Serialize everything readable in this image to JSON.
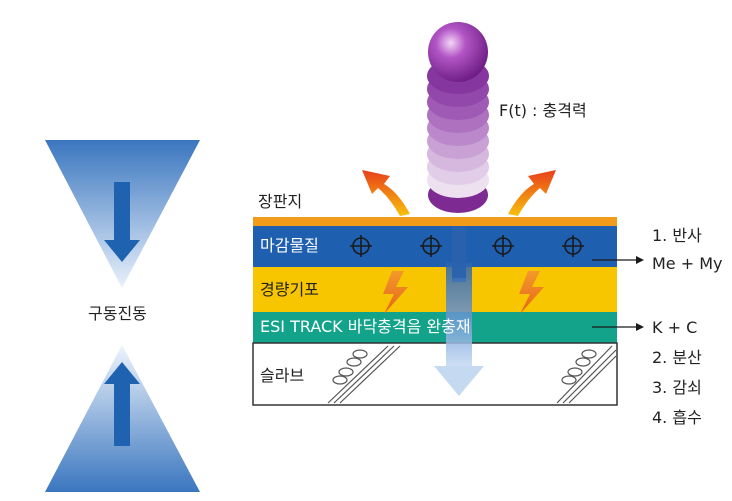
{
  "labels": {
    "impact_force": "F(t) : 충격력",
    "layer_top": "장판지",
    "layer_finish": "마감물질",
    "layer_light": "경량기포",
    "layer_esi": "ESI TRACK 바닥충격음 완충재",
    "layer_slab": "슬라브",
    "drive_vibration": "구동진동"
  },
  "right_list": {
    "item1": "1. 반사",
    "item1_formula": "Me + My",
    "item_kc": "K + C",
    "item2": "2. 분산",
    "item3": "3. 감쇠",
    "item4": "4. 흡수"
  },
  "colors": {
    "top_layer": "#f29a1a",
    "finish_layer": "#1f5fb0",
    "light_layer": "#f7c600",
    "esi_layer": "#13a38a",
    "slab_fill": "#ffffff",
    "ball_purple": "#7a1f8f",
    "triangle_blue": "#2f6db5"
  }
}
